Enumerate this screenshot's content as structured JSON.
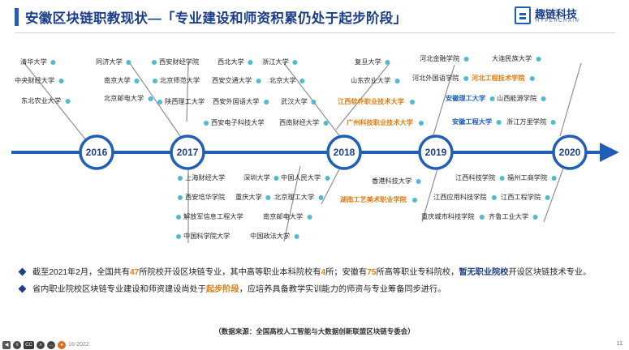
{
  "title": "安徽区块链职教现状—「专业建设和师资积累仍处于起步阶段」",
  "logo": {
    "cn": "趣链科技",
    "en": "HYPERCHAIN"
  },
  "colors": {
    "axis": "#1f5fb8",
    "node_ring": "#1f5fb8",
    "branch": "#8d9099",
    "dot": "#4fb9d6",
    "orange": "#e07d10",
    "navy": "#1f3f86"
  },
  "years": [
    "2016",
    "2017",
    "2018",
    "2019",
    "2020"
  ],
  "schools": {
    "y2016_top": [
      "清华大学",
      "中央财经大学",
      "东北农业大学"
    ],
    "y2017_top_col1": [
      "同济大学",
      "南京大学",
      "北京邮电大学"
    ],
    "y2017_top_col2": [
      "西安财经学院",
      "北京师范大学",
      "陕西理工大学",
      "西安电子科技大学"
    ],
    "y2017_top_col3": [
      "西北大学",
      "西安交通大学",
      "西安外国语大学"
    ],
    "y2017_top_col4": [
      "浙江大学",
      "北京大学",
      "武汉大学",
      "西南财经大学"
    ],
    "y2017_bottom_col1": [
      "上海财经大学",
      "西安培华学院",
      "解放军信息工程大学",
      "中国科学院大学"
    ],
    "y2017_bottom_col2": [
      "深圳大学",
      "重庆大学"
    ],
    "y2017_bottom_col3": [
      "中国人民大学",
      "北京理工大学",
      "南京邮电大学",
      "中国政法大学"
    ],
    "y2018_top": [
      "复旦大学",
      "山东农业大学",
      "江西软件职业技术大学",
      "广州科技职业技术大学"
    ],
    "y2018_bottom": [
      "香港科技大学",
      "湖南工艺美术职业学院"
    ],
    "y2019_top": [
      "河北金融学院",
      "河北外国语学院",
      "安徽理工大学",
      "安徽工程大学"
    ],
    "y2019_top_right": [
      "大连民族大学",
      "河北工程技术学院",
      "山西能源学院",
      "浙江万里学院"
    ],
    "y2019_bottom": [
      "江西科技学院",
      "江西应用科技学院",
      "重庆城市科技学院"
    ],
    "y2019_bottom_right": [
      "福州工商学院",
      "江西工程学院",
      "齐鲁工业大学"
    ]
  },
  "bullets": {
    "b1_p1": "截至2021年2月，全国共有",
    "b1_n1": "47",
    "b1_p2": "所院校开设区块链专业，其中高等职业本科院校有",
    "b1_n2": "4",
    "b1_p3": "所；安徽有",
    "b1_n3": "75",
    "b1_p4": "所高等职业专科院校，",
    "b1_strong": "暂无职业院校",
    "b1_p5": "开设区块链技术专业。",
    "b2_p1": "省内职业院校区块链专业建设和师资建设尚处于",
    "b2_orange": "起步阶段",
    "b2_p2": "，应培养具备教学实训能力的师资与专业筹备同步进行。"
  },
  "source": "（数据来源：全国高校人工智能与大数据创新联盟区块链专委会）",
  "toolbar": {
    "cc": "CC",
    "date": "16-2022"
  },
  "page_number": "11"
}
